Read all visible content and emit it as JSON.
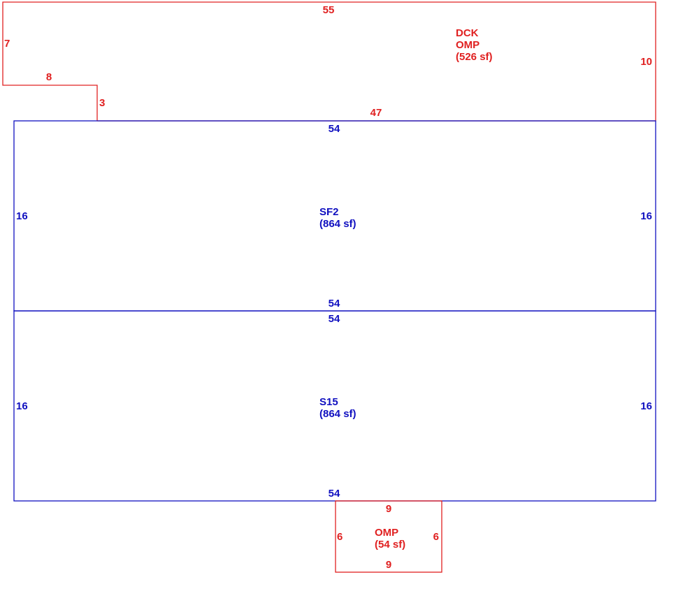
{
  "colors": {
    "dck": "#e02020",
    "main": "#1010c0",
    "omp": "#e02020"
  },
  "areas": {
    "dck": {
      "lines": [
        "DCK",
        "OMP",
        "(526 sf)"
      ],
      "dims": {
        "top": "55",
        "right": "10",
        "bottom": "47",
        "step_v": "3",
        "step_h": "8",
        "left": "7"
      }
    },
    "sf2": {
      "lines": [
        "SF2",
        "(864 sf)"
      ],
      "dims": {
        "top": "54",
        "left": "16",
        "right": "16",
        "bottom": "54"
      }
    },
    "s15": {
      "lines": [
        "S15",
        "(864 sf)"
      ],
      "dims": {
        "top": "54",
        "left": "16",
        "right": "16",
        "bottom": "54"
      }
    },
    "omp": {
      "lines": [
        "OMP",
        "(54 sf)"
      ],
      "dims": {
        "top": "9",
        "left": "6",
        "right": "6",
        "bottom": "9"
      }
    }
  }
}
